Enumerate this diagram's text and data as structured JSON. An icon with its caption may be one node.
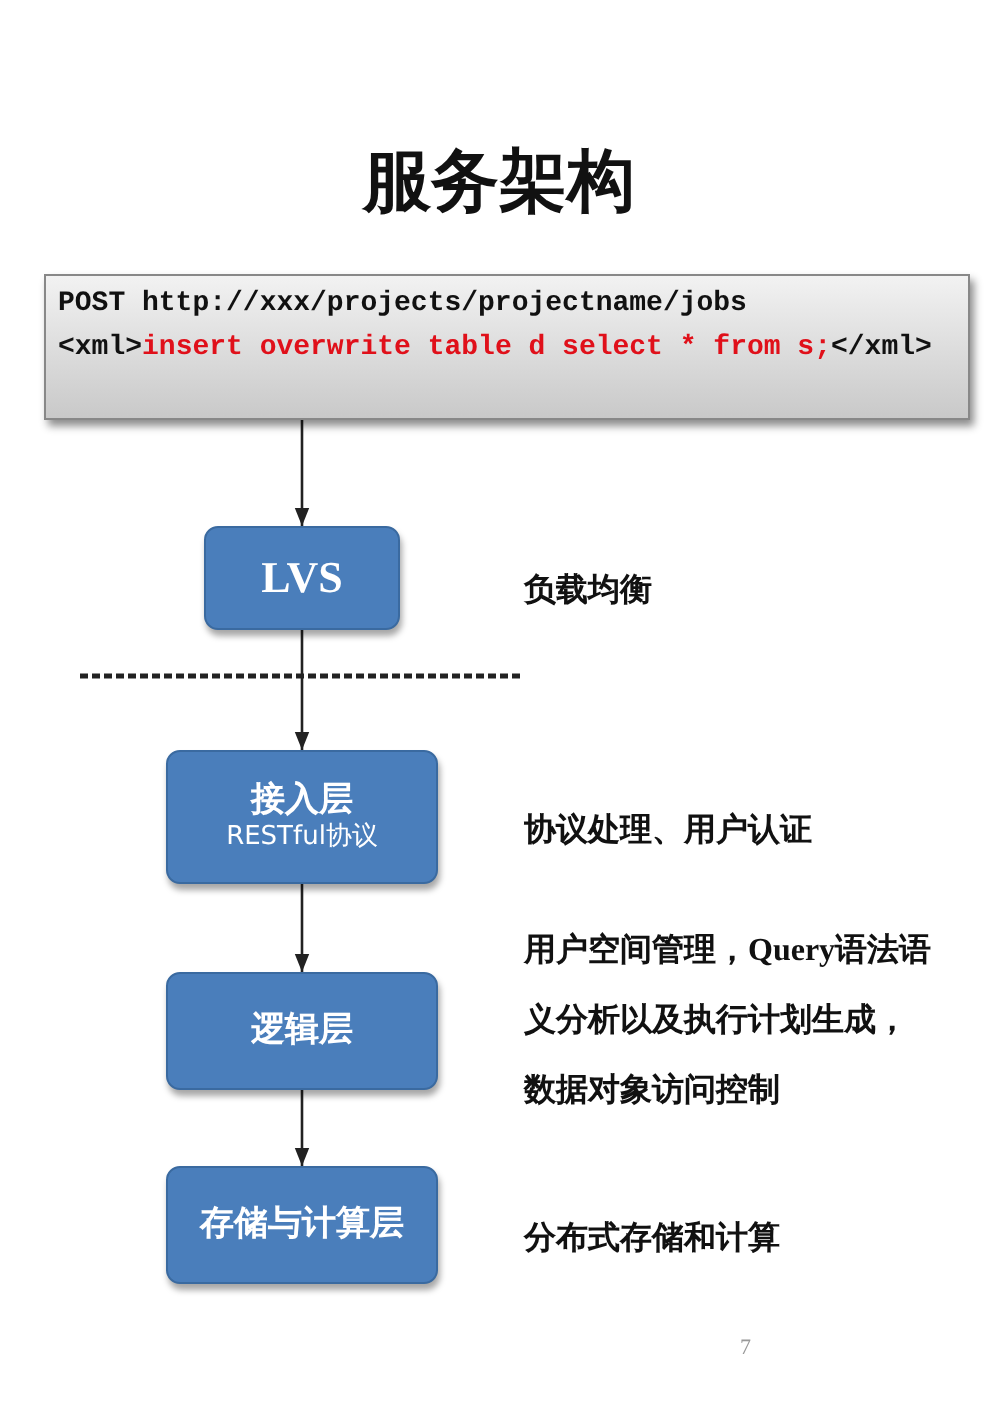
{
  "diagram": {
    "title": "服务架构",
    "nodes": [
      {
        "text": [
          "POST http://xxx/projects/projectname/jobs",
          "<xml>insert overwrite table d select * from s;</xml>"
        ]
      },
      {
        "text": [
          "LVS"
        ],
        "beside": [
          "负载均衡"
        ]
      },
      {
        "text": [
          "接入层",
          "RESTful协议"
        ],
        "beside": [
          "协议处理、用户认证"
        ]
      },
      {
        "text": [
          "逻辑层"
        ],
        "beside": [
          "用户空间管理，Query语法语义分析以及执行计划生成，数据对象访问控制"
        ]
      },
      {
        "text": [
          "存储与计算层"
        ],
        "beside": [
          "分布式存储和计算"
        ]
      }
    ],
    "edges": [
      {
        "from": 0,
        "to": 1,
        "arrow": "to"
      },
      {
        "from": 1,
        "to": 2,
        "arrow": "to"
      },
      {
        "from": 2,
        "to": 3,
        "arrow": "to"
      },
      {
        "from": 3,
        "to": 4,
        "arrow": "to"
      }
    ],
    "labels": [
      "7"
    ]
  }
}
